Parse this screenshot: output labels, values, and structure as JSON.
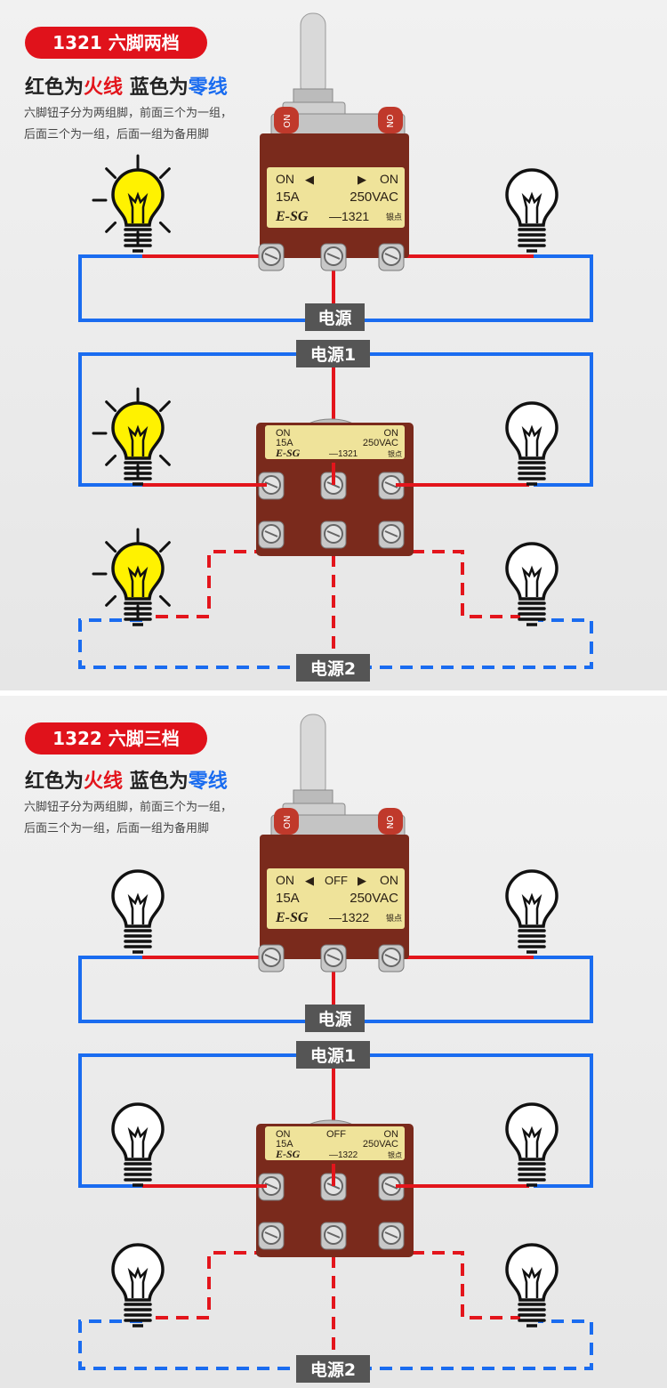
{
  "panels": [
    {
      "badge": "1321 六脚两档",
      "legend": {
        "a": "红色为",
        "hot": "火线",
        "b": " 蓝色为",
        "neutral": "零线"
      },
      "desc": [
        "六脚钮子分为两组脚，前面三个为一组，",
        "后面三个为一组，后面一组为备用脚"
      ],
      "switch_label": {
        "on_left": "ON",
        "off": "",
        "on_right": "ON",
        "current": "15A",
        "voltage": "250VAC",
        "brand": "E-SG",
        "model": "—1321",
        "contact": "银点"
      },
      "stamp": "ON",
      "power": "电源",
      "power1": "电源1",
      "power2": "电源2",
      "lit": [
        true,
        false,
        true,
        false,
        true,
        false
      ]
    },
    {
      "badge": "1322 六脚三档",
      "legend": {
        "a": "红色为",
        "hot": "火线",
        "b": " 蓝色为",
        "neutral": "零线"
      },
      "desc": [
        "六脚钮子分为两组脚，前面三个为一组，",
        "后面三个为一组，后面一组为备用脚"
      ],
      "switch_label": {
        "on_left": "ON",
        "off": "OFF",
        "on_right": "ON",
        "current": "15A",
        "voltage": "250VAC",
        "brand": "E-SG",
        "model": "—1322",
        "contact": "银点"
      },
      "stamp": "ON",
      "power": "电源",
      "power1": "电源1",
      "power2": "电源2",
      "lit": [
        false,
        false,
        false,
        false,
        false,
        false
      ]
    }
  ],
  "colors": {
    "hot": "#e3151c",
    "neutral": "#1a6cf0",
    "badge": "#e0121b",
    "bulb_lit": "#fff200",
    "body": "#7a2a1c",
    "label": "#efe39a",
    "power_box": "#555555"
  }
}
